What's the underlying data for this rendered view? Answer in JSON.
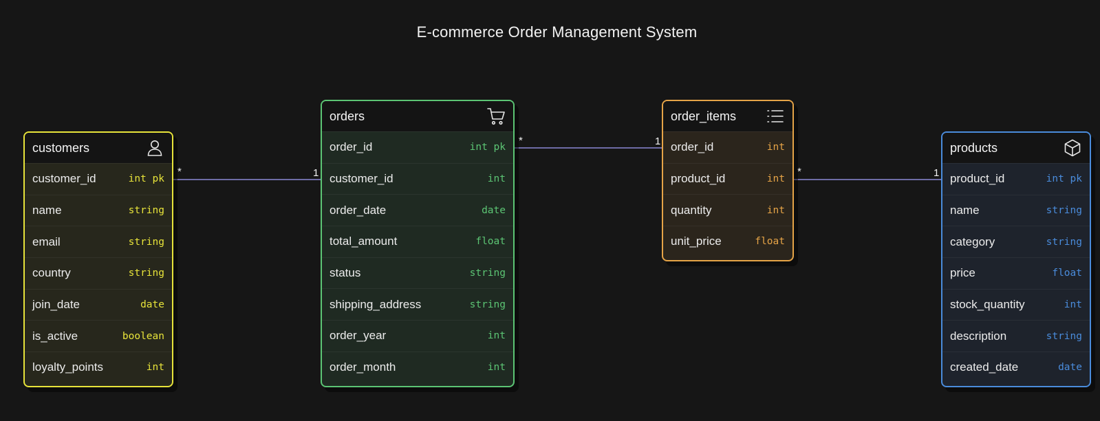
{
  "title": "E-commerce Order Management System",
  "entities": {
    "customers": {
      "name": "customers",
      "icon": "user-icon",
      "color": "#e8e43a",
      "fields": [
        {
          "name": "customer_id",
          "type": "int pk"
        },
        {
          "name": "name",
          "type": "string"
        },
        {
          "name": "email",
          "type": "string"
        },
        {
          "name": "country",
          "type": "string"
        },
        {
          "name": "join_date",
          "type": "date"
        },
        {
          "name": "is_active",
          "type": "boolean"
        },
        {
          "name": "loyalty_points",
          "type": "int"
        }
      ]
    },
    "orders": {
      "name": "orders",
      "icon": "cart-icon",
      "color": "#5cc574",
      "fields": [
        {
          "name": "order_id",
          "type": "int pk"
        },
        {
          "name": "customer_id",
          "type": "int"
        },
        {
          "name": "order_date",
          "type": "date"
        },
        {
          "name": "total_amount",
          "type": "float"
        },
        {
          "name": "status",
          "type": "string"
        },
        {
          "name": "shipping_address",
          "type": "string"
        },
        {
          "name": "order_year",
          "type": "int"
        },
        {
          "name": "order_month",
          "type": "int"
        }
      ]
    },
    "order_items": {
      "name": "order_items",
      "icon": "list-icon",
      "color": "#e6a447",
      "fields": [
        {
          "name": "order_id",
          "type": "int"
        },
        {
          "name": "product_id",
          "type": "int"
        },
        {
          "name": "quantity",
          "type": "int"
        },
        {
          "name": "unit_price",
          "type": "float"
        }
      ]
    },
    "products": {
      "name": "products",
      "icon": "cube-icon",
      "color": "#4a8cdc",
      "fields": [
        {
          "name": "product_id",
          "type": "int pk"
        },
        {
          "name": "name",
          "type": "string"
        },
        {
          "name": "category",
          "type": "string"
        },
        {
          "name": "price",
          "type": "float"
        },
        {
          "name": "stock_quantity",
          "type": "int"
        },
        {
          "name": "description",
          "type": "string"
        },
        {
          "name": "created_date",
          "type": "date"
        }
      ]
    }
  },
  "relationships": [
    {
      "from": "customers.customer_id",
      "from_card": "*",
      "to": "orders.customer_id",
      "to_card": "1"
    },
    {
      "from": "orders.order_id",
      "from_card": "*",
      "to": "order_items.order_id",
      "to_card": "1"
    },
    {
      "from": "order_items.product_id",
      "from_card": "*",
      "to": "products.product_id",
      "to_card": "1"
    }
  ],
  "connector_color": "#8c88d6"
}
